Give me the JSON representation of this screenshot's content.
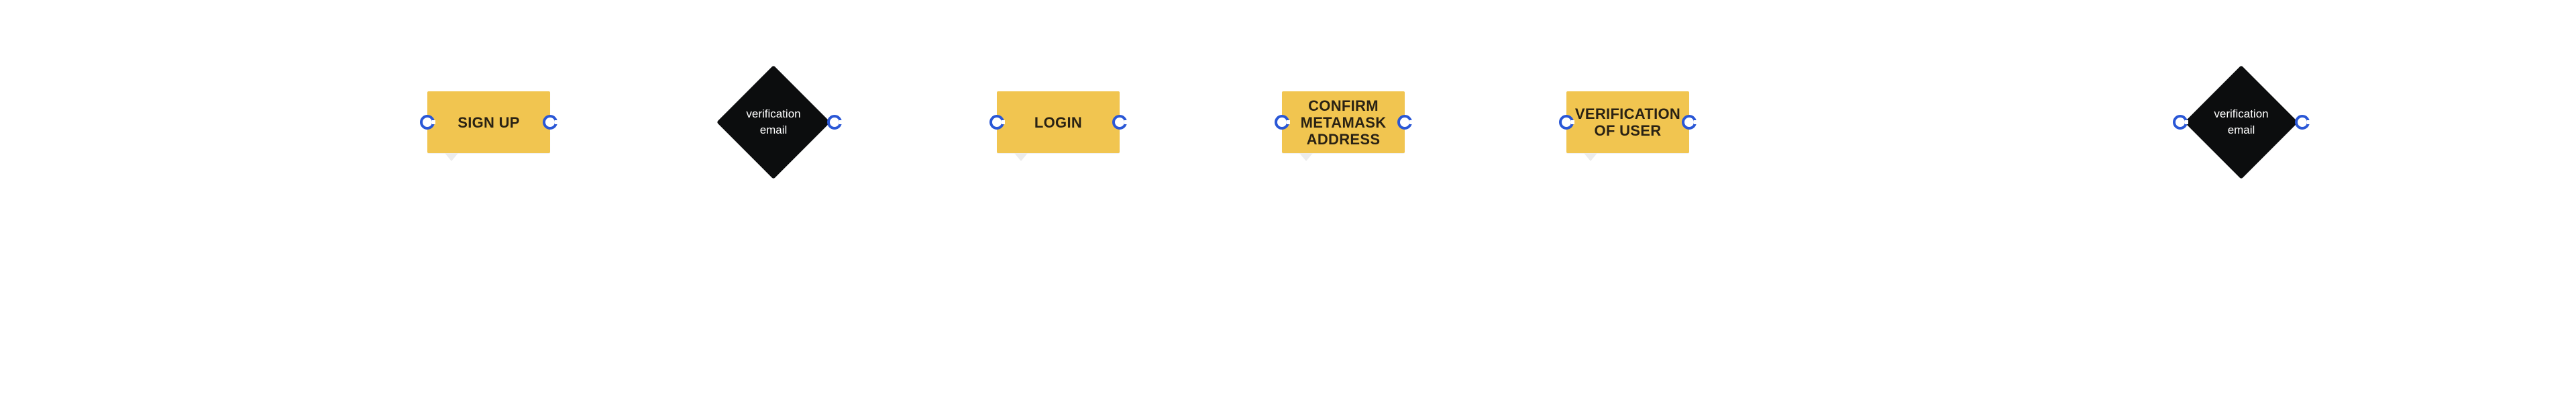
{
  "diagram": {
    "nodes": [
      {
        "id": "sign-up",
        "shape": "sticky",
        "label": "SIGN UP"
      },
      {
        "id": "verification-email-1",
        "shape": "diamond",
        "label": "verification email"
      },
      {
        "id": "login",
        "shape": "sticky",
        "label": "LOGIN"
      },
      {
        "id": "confirm-metamask",
        "shape": "sticky",
        "label": "CONFIRM METAMASK ADDRESS"
      },
      {
        "id": "verification-of-user",
        "shape": "sticky",
        "label": "VERIFICATION OF USER"
      },
      {
        "id": "verification-email-2",
        "shape": "diamond",
        "label": "verification email"
      }
    ],
    "colors": {
      "sticky_fill": "#f1c550",
      "diamond_fill": "#0c0d0e",
      "handle_stroke": "#2a57d6",
      "background": "#ffffff"
    }
  }
}
